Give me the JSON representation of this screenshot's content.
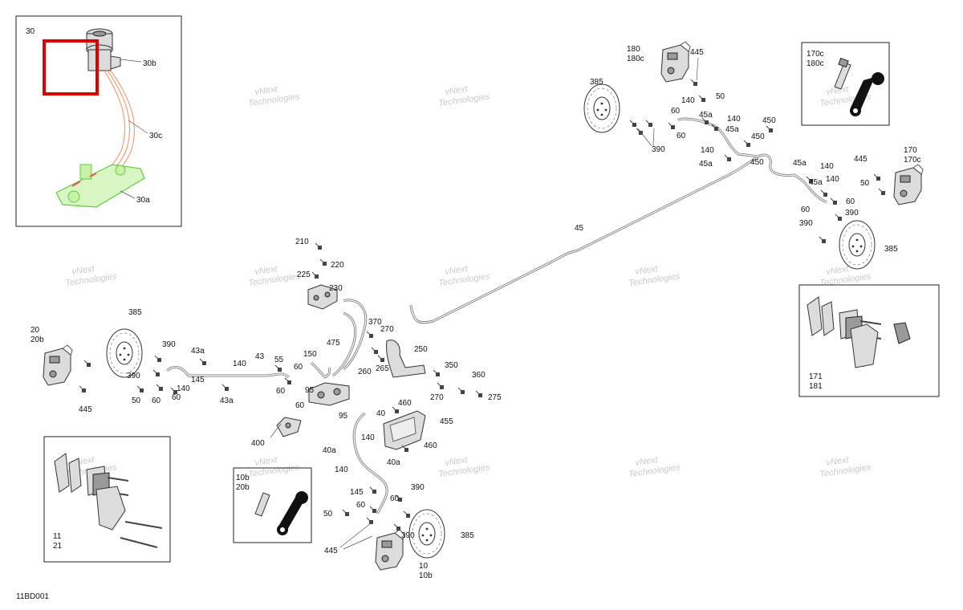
{
  "diagram": {
    "code": "11BD001",
    "watermark": [
      "vNext",
      "Technologies"
    ],
    "inset_top_left": {
      "number": "30",
      "labels": [
        "30b",
        "30c",
        "30a"
      ]
    },
    "inset_top_right": {
      "labels": [
        "170c",
        "180c"
      ]
    },
    "inset_right": {
      "labels": [
        "171",
        "181"
      ]
    },
    "inset_bottom_left": {
      "labels": [
        "11",
        "21"
      ]
    },
    "inset_bottom_mid": {
      "labels": [
        "10b",
        "20b"
      ]
    },
    "labels": {
      "l180": "180",
      "l180c": "180c",
      "l445a": "445",
      "l385a": "385",
      "l50a": "50",
      "l140a": "140",
      "l60a": "60",
      "l45a1": "45a",
      "l140b": "140",
      "l45a2": "45a",
      "l60b": "60",
      "l390a": "390",
      "l450a": "450",
      "l450b": "450",
      "l140c": "140",
      "l45a3": "45a",
      "l450c": "450",
      "l45a4": "45a",
      "l140d": "140",
      "l140e": "140",
      "l45a5": "45a",
      "l50b": "50",
      "l60c": "60",
      "l60d": "60",
      "l390b": "390",
      "l390c": "390",
      "l445b": "445",
      "l170": "170",
      "l170c": "170c",
      "l385b": "385",
      "l45": "45",
      "l210": "210",
      "l220": "220",
      "l225": "225",
      "l230": "230",
      "l20": "20",
      "l20b": "20b",
      "l385c": "385",
      "l390d": "390",
      "l390e": "390",
      "l43a1": "43a",
      "l43": "43",
      "l140f": "140",
      "l145a": "145",
      "l140g": "140",
      "l50c": "50",
      "l60e": "60",
      "l60f": "60",
      "l43a2": "43a",
      "l445c": "445",
      "l55": "55",
      "l60g": "60",
      "l60h": "60",
      "l150": "150",
      "l95a": "95",
      "l60i": "60",
      "l95b": "95",
      "l400": "400",
      "l475": "475",
      "l370": "370",
      "l270a": "270",
      "l260": "260",
      "l265": "265",
      "l250": "250",
      "l350": "350",
      "l360": "360",
      "l270b": "270",
      "l275": "275",
      "l460a": "460",
      "l40a1": "40",
      "l455": "455",
      "l140h": "140",
      "l460b": "460",
      "l40a2": "40a",
      "l40a3": "40a",
      "l140i": "140",
      "l145b": "145",
      "l60j": "60",
      "l60k": "60",
      "l50d": "50",
      "l390f": "390",
      "l390g": "390",
      "l385d": "385",
      "l445d": "445",
      "l10": "10",
      "l10b": "10b"
    }
  }
}
